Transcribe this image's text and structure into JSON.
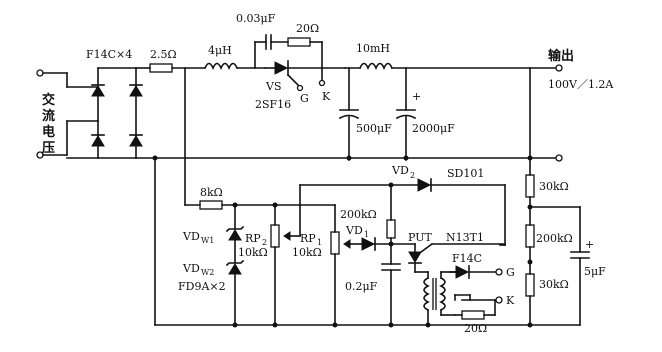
{
  "labels": {
    "input_chars": [
      "交",
      "流",
      "电",
      "压"
    ],
    "bridge": "F14C×4",
    "r_input": "2.5Ω",
    "l1": "4μH",
    "c_snub": "0.03μF",
    "r_snub": "20Ω",
    "scr_name": "VS",
    "scr_part": "2SF16",
    "scr_g": "G",
    "scr_k": "K",
    "l2": "10mH",
    "c1": "500μF",
    "c2": "2000μF",
    "out_title": "输出",
    "out_value": "100V／1.2A",
    "vd2_name": "VD",
    "vd2_sub": "2",
    "vd2_part": "SD101",
    "r_8k": "8kΩ",
    "r_30k_top": "30kΩ",
    "r_200k_right": "200kΩ",
    "r_30k_bot": "30kΩ",
    "c_5u": "5μF",
    "vdw1_name": "VD",
    "vdw1_sub": "W1",
    "vdw2_name": "VD",
    "vdw2_sub": "W2",
    "fd9a": "FD9A×2",
    "rp2_name": "RP",
    "rp2_sub": "2",
    "rp2_val": "10kΩ",
    "rp1_name": "RP",
    "rp1_sub": "1",
    "rp1_val": "10kΩ",
    "r_200k_mid": "200kΩ",
    "vd1_name": "VD",
    "vd1_sub": "1",
    "c_02": "0.2μF",
    "put_label": "PUT",
    "put_part": "N13T1",
    "f14c_small": "F14C",
    "out_g": "G",
    "out_k": "K",
    "r_20_bot": "20Ω"
  }
}
